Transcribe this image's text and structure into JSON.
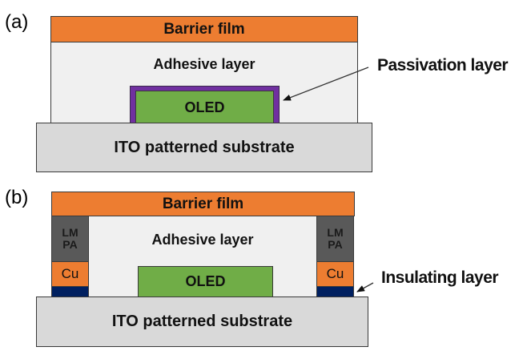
{
  "panels": {
    "a": {
      "label": "(a)",
      "barrier_film": "Barrier film",
      "adhesive_layer": "Adhesive layer",
      "oled": "OLED",
      "substrate": "ITO patterned substrate",
      "callout": "Passivation layer"
    },
    "b": {
      "label": "(b)",
      "barrier_film": "Barrier film",
      "adhesive_layer": "Adhesive layer",
      "oled": "OLED",
      "substrate": "ITO patterned substrate",
      "lmpa_line1": "LM",
      "lmpa_line2": "PA",
      "cu": "Cu",
      "callout": "Insulating layer"
    }
  },
  "colors": {
    "barrier_film": "#ed7d31",
    "adhesive_layer": "#f0f0f0",
    "oled": "#70ad47",
    "passivation_layer": "#7030a0",
    "substrate": "#d9d9d9",
    "lmpa": "#595959",
    "cu": "#ed7d31",
    "insulating_layer": "#002060"
  }
}
